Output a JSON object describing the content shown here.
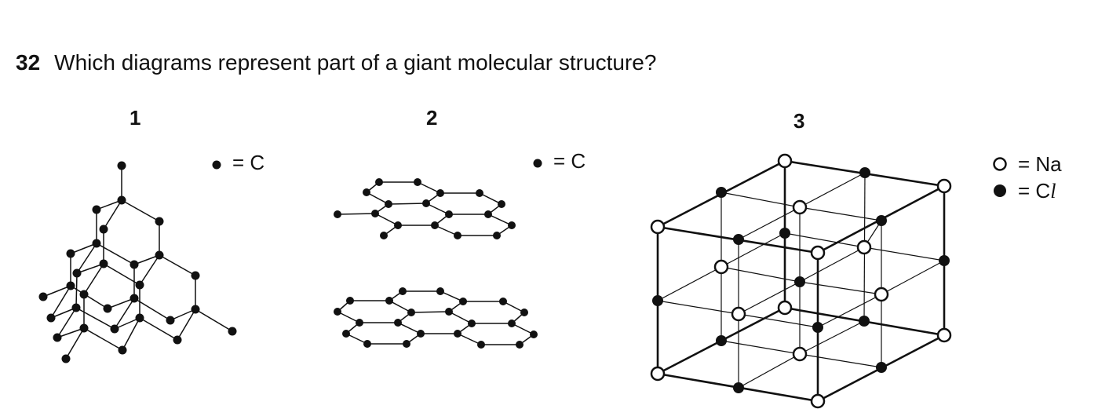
{
  "question": {
    "number": "32",
    "text": "Which diagrams represent part of a giant molecular structure?"
  },
  "diagrams": [
    {
      "label": "1",
      "legend": [
        {
          "symbol": "filled-circle",
          "equals": "= C"
        }
      ],
      "description": "diamond structure (carbon tetrahedral lattice)"
    },
    {
      "label": "2",
      "legend": [
        {
          "symbol": "filled-circle",
          "equals": "= C"
        }
      ],
      "description": "graphite layers (two hexagonal carbon sheets)"
    },
    {
      "label": "3",
      "legend": [
        {
          "symbol": "open-circle",
          "equals": "= Na"
        },
        {
          "symbol": "filled-circle",
          "equals_prefix": "= C",
          "equals_suffix": "l"
        }
      ],
      "description": "sodium chloride ionic lattice"
    }
  ],
  "colors": {
    "ink": "#111111",
    "background": "#ffffff"
  }
}
